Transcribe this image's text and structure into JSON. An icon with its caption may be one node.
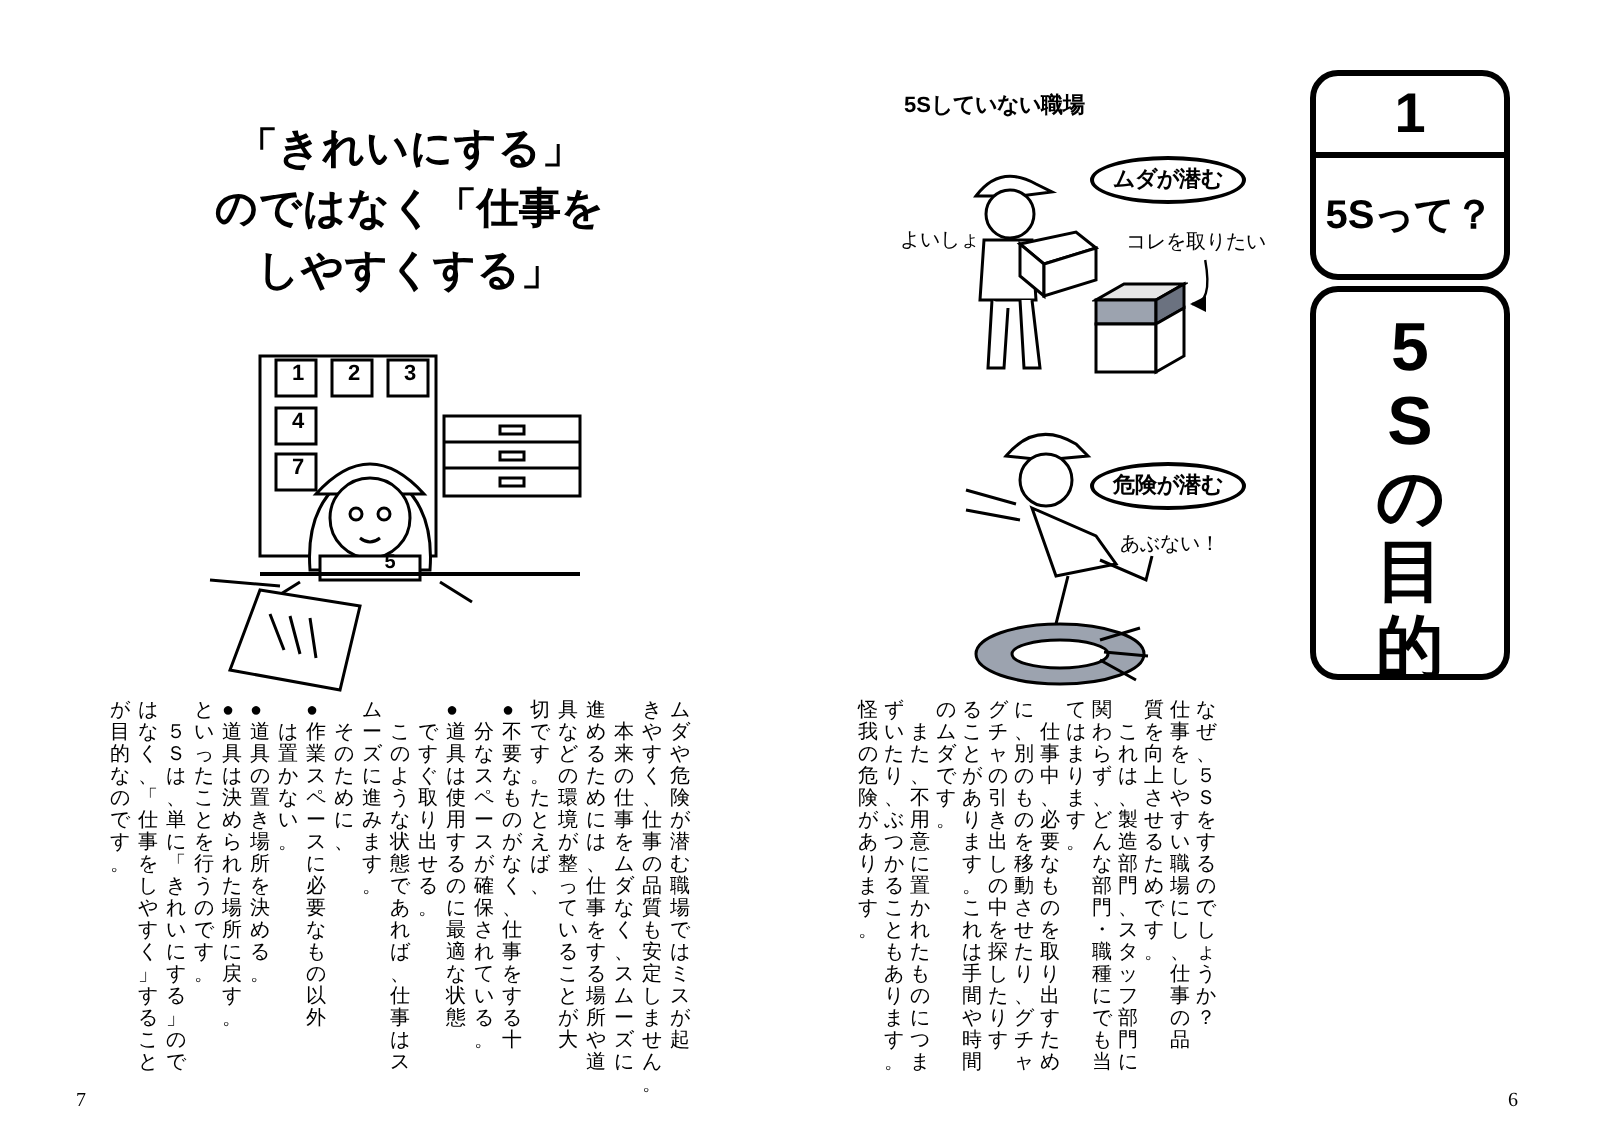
{
  "diagram": {
    "title": "「きれいにする」のではなく「仕事をしやすくする」",
    "nodes": [
      {
        "text": [
          "1"
        ]
      },
      {
        "text": [
          "5Sって？"
        ]
      },
      {
        "text": [
          "5Sの目的"
        ]
      },
      {
        "text": [
          "ムダが潜む"
        ]
      },
      {
        "text": [
          "危険が潜む"
        ]
      },
      {
        "text": [
          "コレを取りたい"
        ]
      },
      {
        "text": [],
        "shape": "box"
      }
    ],
    "edges": [
      {
        "from": 5,
        "to": 6,
        "arrow": "to"
      }
    ],
    "labels": [
      "5Sしていない職場",
      "よいしょ",
      "あぶない！",
      "1",
      "2",
      "3",
      "4",
      "7",
      "5",
      "なぜ、５Ｓをするのでしょうか？",
      "仕事をしやすい職場にし、仕事の品",
      "質を向上させるためです。",
      "これは、製造部門、スタッフ部門に",
      "関わらず、どんな部門・職種にでも当",
      "てはまります。",
      "仕事中、必要なものを取り出すため",
      "に、別のものを移動させたり、グチャ",
      "グチャの引き出しの中を探したりす",
      "ることがあります。これは手間や時間",
      "のムダです。",
      "また、不用意に置かれたものにつま",
      "ずいたり、ぶつかることもあります。",
      "怪我の危険があります。",
      "ムダや危険が潜む職場ではミスが起",
      "きやすく、仕事の品質も安定しません。",
      "本来の仕事をムダなく、スムーズに",
      "進めるためには、仕事をする場所や道",
      "具などの環境が整っていることが大",
      "切です。たとえば、",
      "●不要なものがなく、仕事をする十",
      "分なスペースが確保されている。",
      "●道具は使用するのに最適な状態",
      "ですぐ取り出せる。",
      "このような状態であれば、仕事はス",
      "ムーズに進みます。",
      "そのために、",
      "●作業スペースに必要なもの以外",
      "は置かない。",
      "●道具の置き場所を決める。",
      "●道具は決められた場所に戻す。",
      "といったことを行うのです。",
      "５Ｓは、単に「きれいにする」ので",
      "はなく、「仕事をしやすく」すること",
      "が目的なのです。",
      "6",
      "7"
    ]
  }
}
